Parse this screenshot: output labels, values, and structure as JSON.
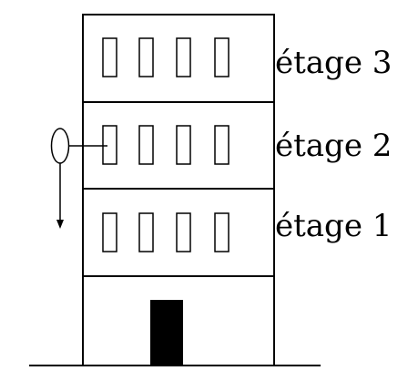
{
  "floors": [
    {
      "label": "étage 3"
    },
    {
      "label": "étage 2"
    },
    {
      "label": "étage 1"
    }
  ],
  "colors": {
    "stroke": "#000000",
    "background": "#ffffff",
    "door": "#000000"
  }
}
